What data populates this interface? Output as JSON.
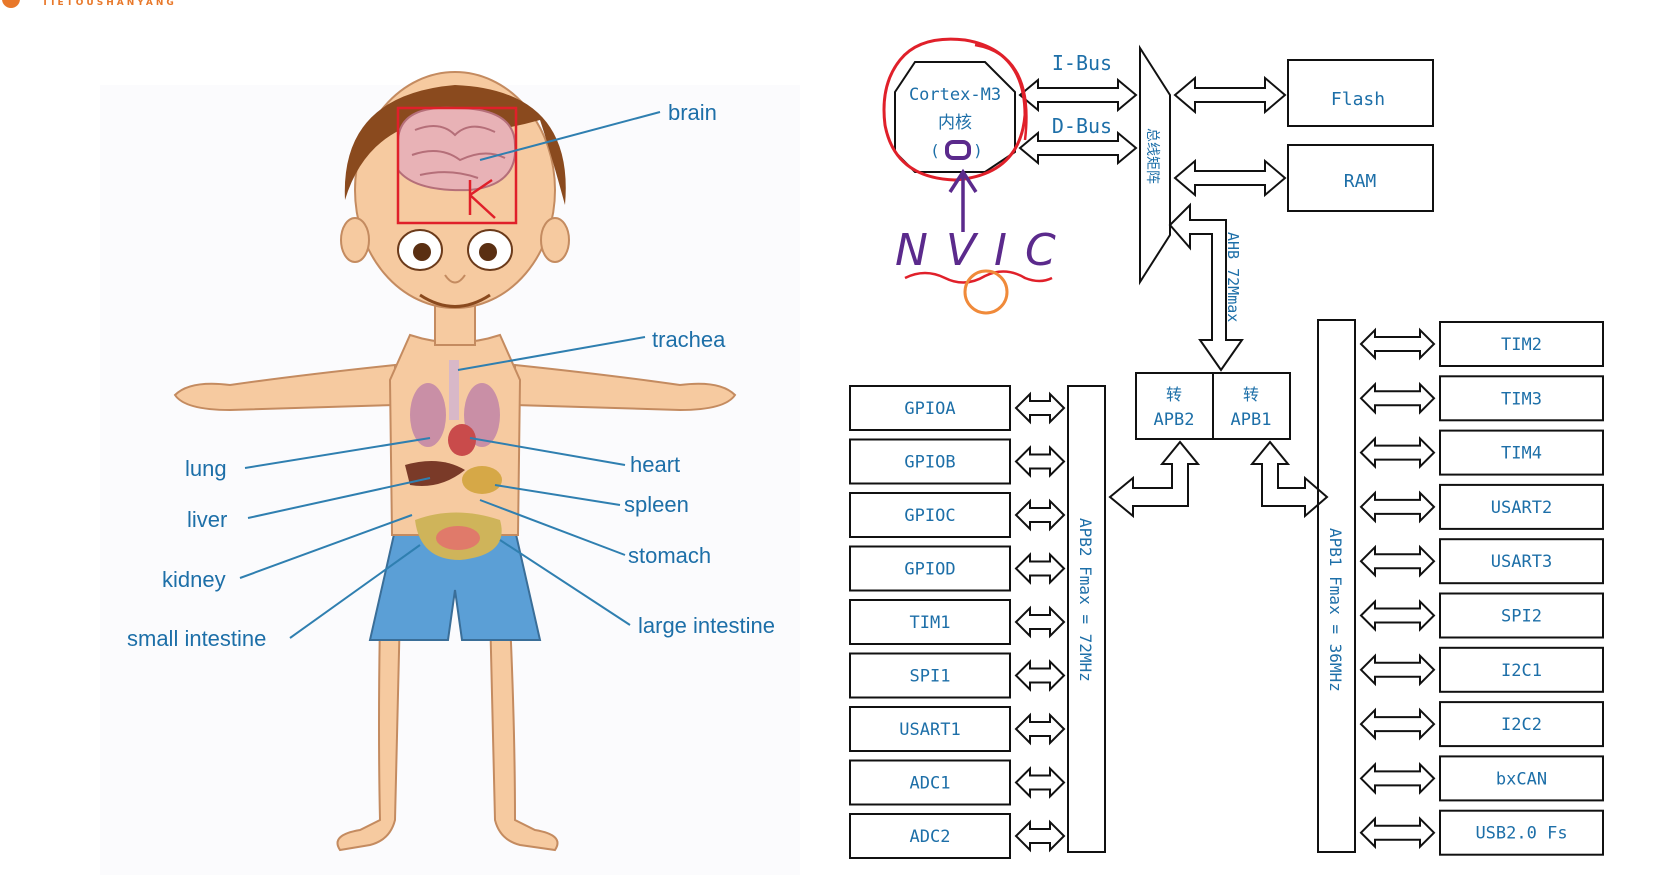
{
  "header": {
    "logo_text": "TIETOUSHANYANG"
  },
  "anatomy": {
    "labels": {
      "brain": "brain",
      "trachea": "trachea",
      "lung": "lung",
      "heart": "heart",
      "liver": "liver",
      "spleen": "spleen",
      "kidney": "kidney",
      "stomach": "stomach",
      "small_intestine": "small intestine",
      "large_intestine": "large intestine"
    }
  },
  "diagram": {
    "core_line1": "Cortex-M3",
    "core_line2": "内核",
    "core_line3": "(",
    "core_line3b": ")",
    "i_bus": "I-Bus",
    "d_bus": "D-Bus",
    "bus_matrix": "总线矩阵",
    "flash": "Flash",
    "ram": "RAM",
    "ahb": "AHB 72Mmax",
    "bridge_apb2_top": "转",
    "bridge_apb2_bottom": "APB2",
    "bridge_apb1_top": "转",
    "bridge_apb1_bottom": "APB1",
    "apb2_bus": "APB2 Fmax = 72MHz",
    "apb1_bus": "APB1 Fmax = 36MHz",
    "nvic": "NVIC",
    "apb2_peripherals": [
      "GPIOA",
      "GPIOB",
      "GPIOC",
      "GPIOD",
      "TIM1",
      "SPI1",
      "USART1",
      "ADC1",
      "ADC2"
    ],
    "apb1_peripherals": [
      "TIM2",
      "TIM3",
      "TIM4",
      "USART2",
      "USART3",
      "SPI2",
      "I2C1",
      "I2C2",
      "bxCAN",
      "USB2.0 Fs"
    ]
  },
  "colors": {
    "text_blue": "#1d6fa8",
    "line_blue": "#2f7fb0",
    "annot_red": "#e0202a",
    "annot_purple": "#5b2a8c",
    "annot_orange": "#f08a3a",
    "box_stroke": "#111111"
  }
}
